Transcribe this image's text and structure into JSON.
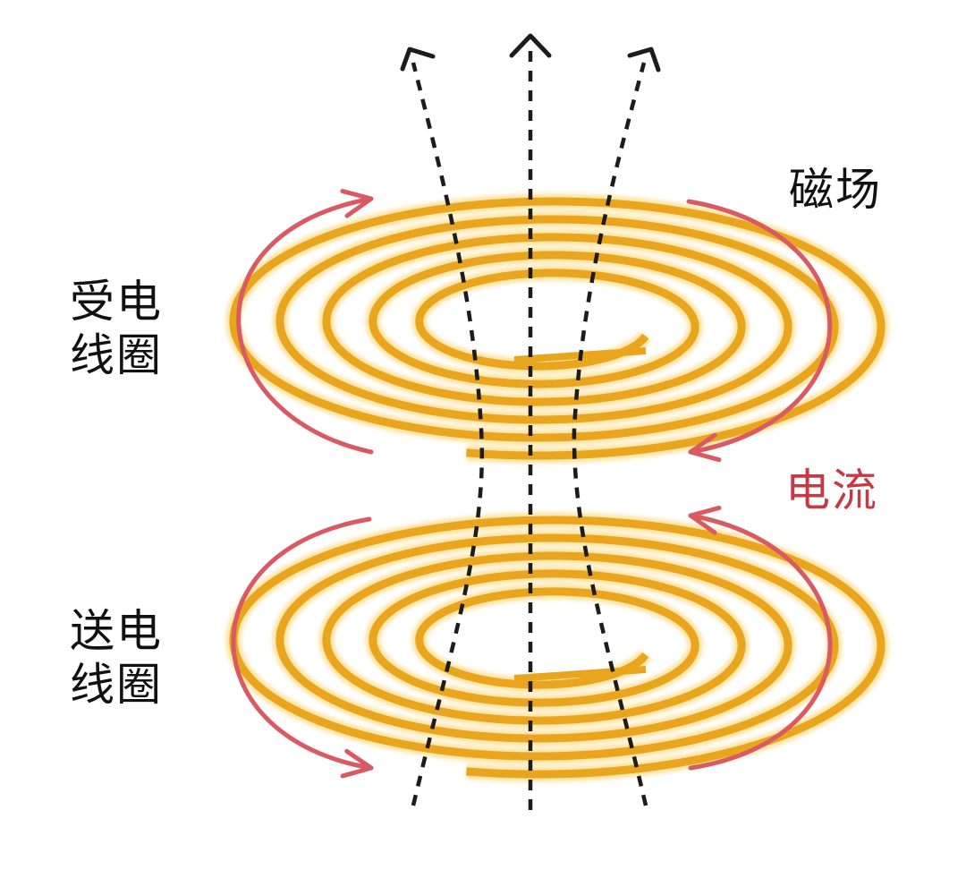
{
  "labels": {
    "magnetic_field": "磁场",
    "receiving_coil_line1": "受电",
    "receiving_coil_line2": "线圈",
    "current": "电流",
    "transmitting_coil_line1": "送电",
    "transmitting_coil_line2": "线圈"
  },
  "colors": {
    "coil": "#eaa51e",
    "coil_glow": "#fde3a0",
    "current_arrow": "#d95a63",
    "current_text": "#c63a45",
    "field_line": "#1c1c1c",
    "text": "#111111"
  }
}
